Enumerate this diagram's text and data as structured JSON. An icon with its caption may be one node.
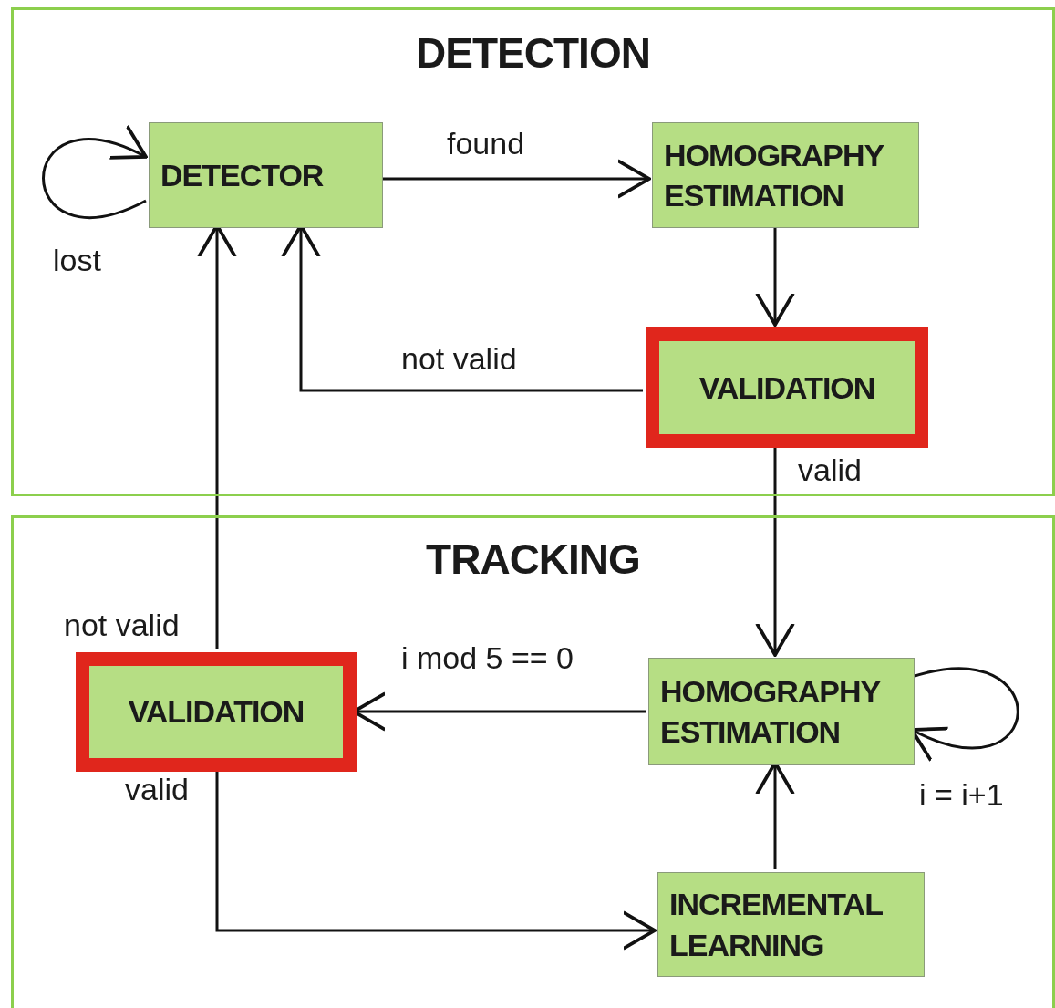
{
  "diagram": {
    "nodes": [
      {
        "text": [
          "DETECTION"
        ]
      },
      {
        "text": [
          "DETECTOR"
        ],
        "in": 0
      },
      {
        "text": [
          "HOMOGRAPHY ESTIMATION"
        ],
        "in": 0
      },
      {
        "text": [
          "VALIDATION"
        ],
        "in": 0
      },
      {
        "text": [
          "TRACKING"
        ]
      },
      {
        "text": [
          "VALIDATION"
        ],
        "in": 4
      },
      {
        "text": [
          "HOMOGRAPHY ESTIMATION"
        ],
        "in": 4
      },
      {
        "text": [
          "INCREMENTAL LEARNING"
        ],
        "in": 4
      }
    ],
    "edges": [
      {
        "from": 1,
        "to": 1,
        "arrow": "to",
        "label": "lost"
      },
      {
        "from": 1,
        "to": 2,
        "arrow": "to",
        "label": "found"
      },
      {
        "from": 2,
        "to": 3,
        "arrow": "to"
      },
      {
        "from": 3,
        "to": 1,
        "arrow": "to",
        "label": "not valid"
      },
      {
        "from": 3,
        "to": 6,
        "arrow": "to",
        "label": "valid"
      },
      {
        "from": 6,
        "to": 5,
        "arrow": "to",
        "label": "i mod 5 == 0"
      },
      {
        "from": 6,
        "to": 6,
        "arrow": "to",
        "label": "i = i+1"
      },
      {
        "from": 5,
        "to": 1,
        "arrow": "to",
        "label": "not valid"
      },
      {
        "from": 5,
        "to": 7,
        "arrow": "to",
        "label": "valid"
      },
      {
        "from": 7,
        "to": 6,
        "arrow": "to"
      }
    ]
  }
}
